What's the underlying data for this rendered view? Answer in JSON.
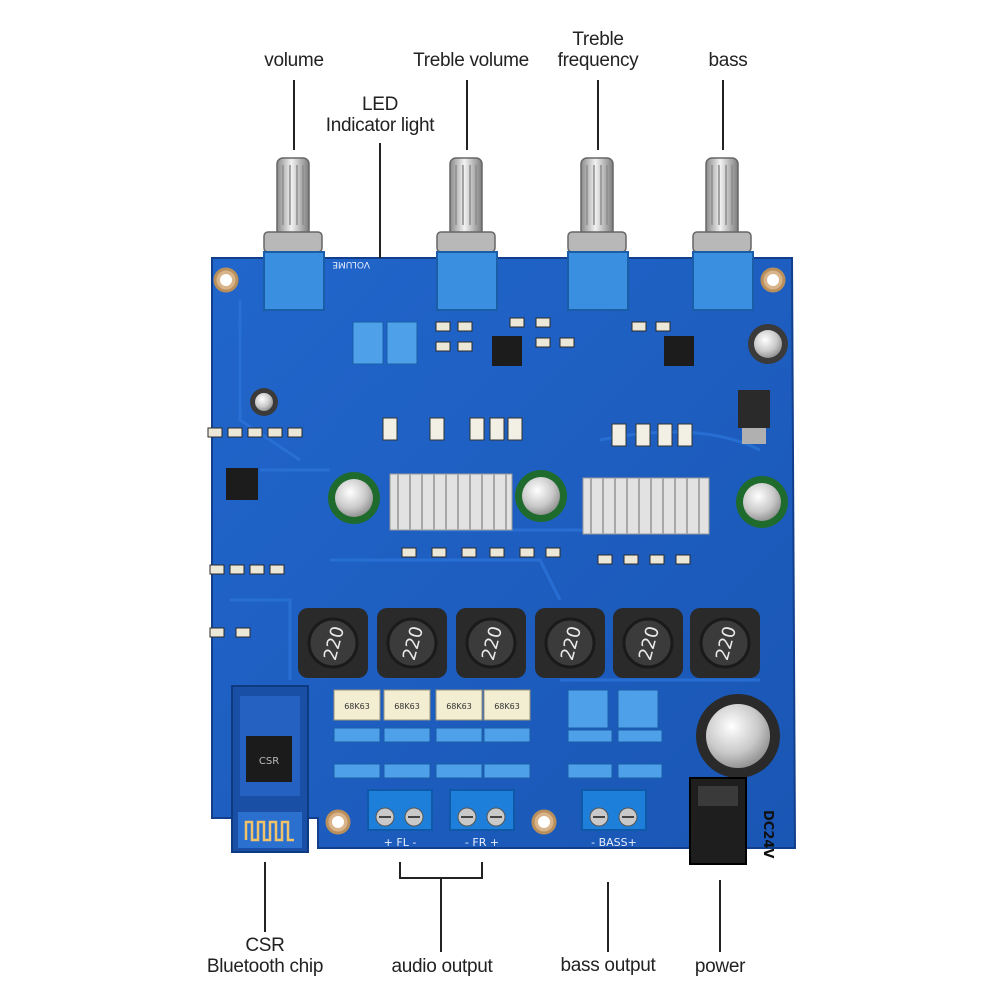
{
  "labels": {
    "volume": "volume",
    "treble_volume": "Treble volume",
    "treble_frequency_1": "Treble",
    "treble_frequency_2": "frequency",
    "bass": "bass",
    "led_1": "LED",
    "led_2": "Indicator light",
    "csr_1": "CSR",
    "csr_2": "Bluetooth chip",
    "audio_output": "audio output",
    "bass_output": "bass output",
    "power": "power"
  },
  "board": {
    "inductor_marking": "220",
    "capacitor_marking": "68K63",
    "terminal_fl": "+ FL -",
    "terminal_fr": "- FR +",
    "terminal_bass": "- BASS+",
    "dc_label": "DC24V",
    "chip_csr": "CSR",
    "silk_volume": "VOLUME"
  },
  "colors": {
    "pcb": "#1f5fc4",
    "pcb_dark": "#174fa8",
    "pot_blue": "#3b8fe0",
    "inductor": "#2a2a2a",
    "heatsink": "#dcdcdc",
    "terminal": "#1d7fd9",
    "leader": "#222222"
  }
}
